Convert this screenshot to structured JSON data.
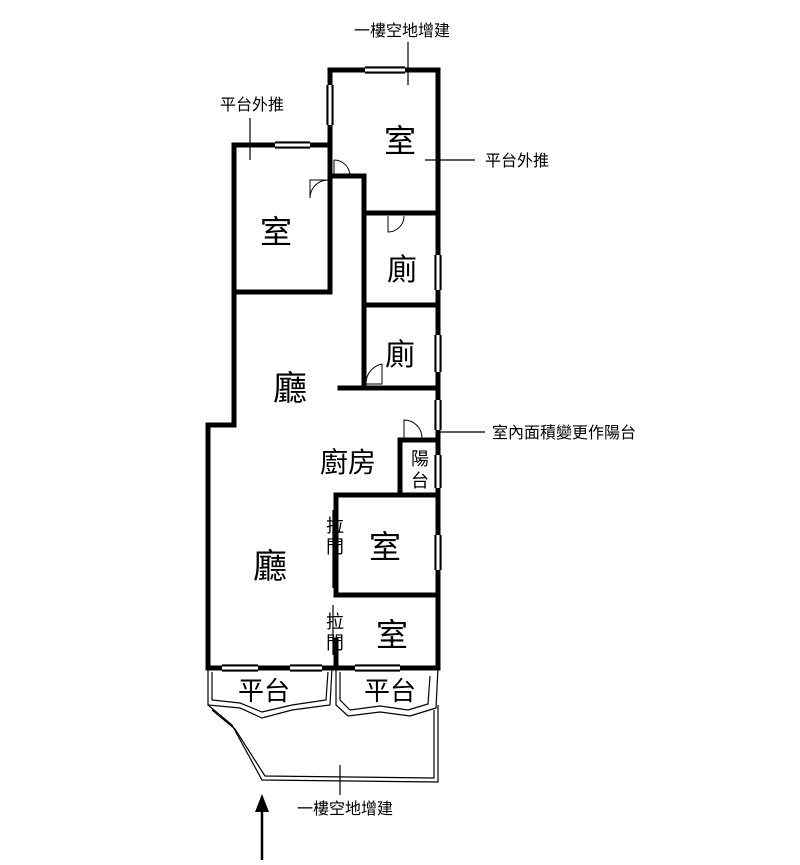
{
  "annotations": {
    "top_extension": "一樓空地增建",
    "platform_push_left": "平台外推",
    "platform_push_right": "平台外推",
    "indoor_to_balcony": "室內面積變更作陽台",
    "bottom_extension": "一樓空地增建"
  },
  "rooms": {
    "room_top": "室",
    "room_left": "室",
    "toilet_1": "廁",
    "toilet_2": "廁",
    "living_upper": "廳",
    "kitchen": "廚房",
    "balcony_top": "陽",
    "balcony_bottom": "台",
    "living_lower": "廳",
    "room_mid": "室",
    "room_bottom": "室",
    "sliding_door_1_top": "拉",
    "sliding_door_1_bottom": "門",
    "sliding_door_2_top": "拉",
    "sliding_door_2_bottom": "門",
    "platform_left": "平台",
    "platform_right": "平台"
  }
}
